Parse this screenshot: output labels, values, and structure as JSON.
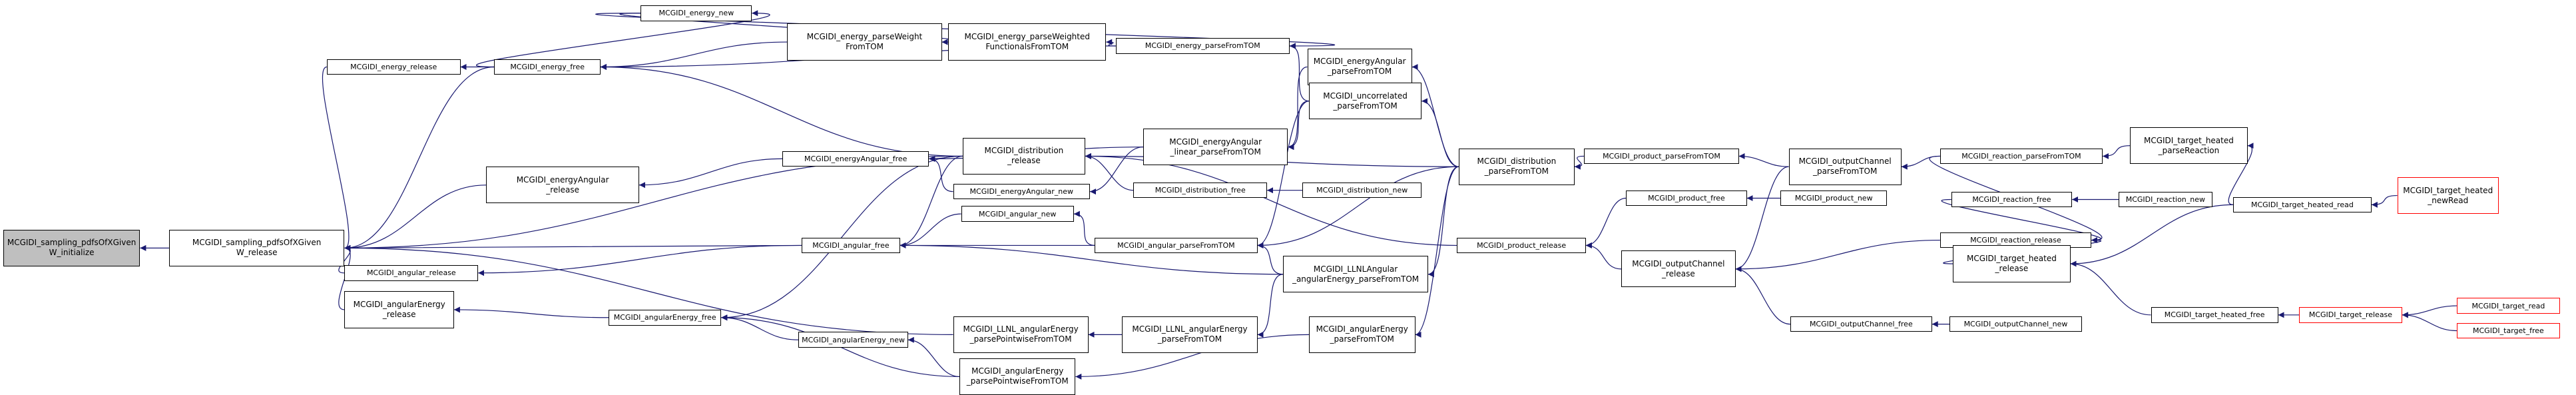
{
  "colors": {
    "edge": "#191970",
    "focus_fill": "#bfbfbf",
    "truncated_border": "#ff0000",
    "node_border": "#000000"
  },
  "nodes": [
    {
      "id": "n0",
      "label": "MCGIDI_sampling_pdfsOfXGiven\nW_initialize",
      "focus": true
    },
    {
      "id": "n1",
      "label": "MCGIDI_sampling_pdfsOfXGiven\nW_release"
    },
    {
      "id": "n2",
      "label": "MCGIDI_energy_release"
    },
    {
      "id": "n3",
      "label": "MCGIDI_energyAngular\n_release"
    },
    {
      "id": "n4",
      "label": "MCGIDI_angular_release"
    },
    {
      "id": "n5",
      "label": "MCGIDI_angularEnergy\n_release"
    },
    {
      "id": "n6",
      "label": "MCGIDI_energy_new"
    },
    {
      "id": "n7",
      "label": "MCGIDI_energy_free"
    },
    {
      "id": "n8",
      "label": "MCGIDI_energy_parseWeight\nFromTOM"
    },
    {
      "id": "n9",
      "label": "MCGIDI_energy_parseWeighted\nFunctionalsFromTOM"
    },
    {
      "id": "n10",
      "label": "MCGIDI_energy_parseFromTOM"
    },
    {
      "id": "n11",
      "label": "MCGIDI_energyAngular_free"
    },
    {
      "id": "n12",
      "label": "MCGIDI_energyAngular_new"
    },
    {
      "id": "n13",
      "label": "MCGIDI_energyAngular\n_linear_parseFromTOM"
    },
    {
      "id": "n14",
      "label": "MCGIDI_energyAngular\n_parseFromTOM"
    },
    {
      "id": "n15",
      "label": "MCGIDI_uncorrelated\n_parseFromTOM"
    },
    {
      "id": "n16",
      "label": "MCGIDI_distribution\n_release"
    },
    {
      "id": "n17",
      "label": "MCGIDI_distribution_free"
    },
    {
      "id": "n18",
      "label": "MCGIDI_distribution_new"
    },
    {
      "id": "n19",
      "label": "MCGIDI_distribution\n_parseFromTOM"
    },
    {
      "id": "n20",
      "label": "MCGIDI_angular_free"
    },
    {
      "id": "n21",
      "label": "MCGIDI_angular_new"
    },
    {
      "id": "n22",
      "label": "MCGIDI_angular_parseFromTOM"
    },
    {
      "id": "n23",
      "label": "MCGIDI_LLNLAngular\n_angularEnergy_parseFromTOM"
    },
    {
      "id": "n24",
      "label": "MCGIDI_LLNL_angularEnergy\n_parsePointwiseFromTOM"
    },
    {
      "id": "n25",
      "label": "MCGIDI_LLNL_angularEnergy\n_parseFromTOM"
    },
    {
      "id": "n26",
      "label": "MCGIDI_angularEnergy_free"
    },
    {
      "id": "n27",
      "label": "MCGIDI_angularEnergy_new"
    },
    {
      "id": "n28",
      "label": "MCGIDI_angularEnergy\n_parsePointwiseFromTOM"
    },
    {
      "id": "n29",
      "label": "MCGIDI_angularEnergy\n_parseFromTOM"
    },
    {
      "id": "n30",
      "label": "MCGIDI_product_parseFromTOM"
    },
    {
      "id": "n31",
      "label": "MCGIDI_product_release"
    },
    {
      "id": "n32",
      "label": "MCGIDI_product_free"
    },
    {
      "id": "n33",
      "label": "MCGIDI_product_new"
    },
    {
      "id": "n34",
      "label": "MCGIDI_outputChannel\n_parseFromTOM"
    },
    {
      "id": "n35",
      "label": "MCGIDI_outputChannel\n_release"
    },
    {
      "id": "n36",
      "label": "MCGIDI_outputChannel_free"
    },
    {
      "id": "n37",
      "label": "MCGIDI_outputChannel_new"
    },
    {
      "id": "n38",
      "label": "MCGIDI_reaction_parseFromTOM"
    },
    {
      "id": "n39",
      "label": "MCGIDI_reaction_free"
    },
    {
      "id": "n40",
      "label": "MCGIDI_reaction_new"
    },
    {
      "id": "n41",
      "label": "MCGIDI_reaction_release"
    },
    {
      "id": "n42",
      "label": "MCGIDI_target_heated\n_parseReaction"
    },
    {
      "id": "n43",
      "label": "MCGIDI_target_heated\n_release"
    },
    {
      "id": "n44",
      "label": "MCGIDI_target_heated_free"
    },
    {
      "id": "n45",
      "label": "MCGIDI_target_heated_read"
    },
    {
      "id": "n46",
      "label": "MCGIDI_target_heated\n_newRead",
      "truncated": true
    },
    {
      "id": "n47",
      "label": "MCGIDI_target_release",
      "truncated": true
    },
    {
      "id": "n48",
      "label": "MCGIDI_target_read",
      "truncated": true
    },
    {
      "id": "n49",
      "label": "MCGIDI_target_free",
      "truncated": true
    }
  ],
  "edges": [
    [
      "n1",
      "n0"
    ],
    [
      "n2",
      "n1"
    ],
    [
      "n3",
      "n1"
    ],
    [
      "n4",
      "n1"
    ],
    [
      "n5",
      "n1"
    ],
    [
      "n7",
      "n1"
    ],
    [
      "n16",
      "n1"
    ],
    [
      "n20",
      "n1"
    ],
    [
      "n24",
      "n1"
    ],
    [
      "n7",
      "n2"
    ],
    [
      "n11",
      "n3"
    ],
    [
      "n20",
      "n4"
    ],
    [
      "n26",
      "n5"
    ],
    [
      "n7",
      "n6"
    ],
    [
      "n8",
      "n7"
    ],
    [
      "n10",
      "n7"
    ],
    [
      "n16",
      "n7"
    ],
    [
      "n6",
      "n8"
    ],
    [
      "n9",
      "n8"
    ],
    [
      "n10",
      "n9"
    ],
    [
      "n6",
      "n10"
    ],
    [
      "n15",
      "n10"
    ],
    [
      "n12",
      "n11"
    ],
    [
      "n13",
      "n11"
    ],
    [
      "n16",
      "n11"
    ],
    [
      "n13",
      "n12"
    ],
    [
      "n14",
      "n13"
    ],
    [
      "n15",
      "n13"
    ],
    [
      "n19",
      "n14"
    ],
    [
      "n19",
      "n15"
    ],
    [
      "n17",
      "n16"
    ],
    [
      "n19",
      "n16"
    ],
    [
      "n31",
      "n16"
    ],
    [
      "n18",
      "n17"
    ],
    [
      "n30",
      "n19"
    ],
    [
      "n21",
      "n20"
    ],
    [
      "n22",
      "n20"
    ],
    [
      "n23",
      "n20"
    ],
    [
      "n16",
      "n20"
    ],
    [
      "n22",
      "n21"
    ],
    [
      "n19",
      "n22"
    ],
    [
      "n23",
      "n22"
    ],
    [
      "n15",
      "n22"
    ],
    [
      "n19",
      "n23"
    ],
    [
      "n25",
      "n24"
    ],
    [
      "n23",
      "n25"
    ],
    [
      "n27",
      "n26"
    ],
    [
      "n28",
      "n26"
    ],
    [
      "n16",
      "n26"
    ],
    [
      "n28",
      "n27"
    ],
    [
      "n29",
      "n28"
    ],
    [
      "n19",
      "n29"
    ],
    [
      "n34",
      "n30"
    ],
    [
      "n32",
      "n31"
    ],
    [
      "n35",
      "n31"
    ],
    [
      "n33",
      "n32"
    ],
    [
      "n38",
      "n34"
    ],
    [
      "n36",
      "n35"
    ],
    [
      "n41",
      "n35"
    ],
    [
      "n34",
      "n35"
    ],
    [
      "n37",
      "n36"
    ],
    [
      "n42",
      "n38"
    ],
    [
      "n40",
      "n39"
    ],
    [
      "n39",
      "n41"
    ],
    [
      "n43",
      "n41"
    ],
    [
      "n38",
      "n41"
    ],
    [
      "n45",
      "n42"
    ],
    [
      "n45",
      "n43"
    ],
    [
      "n44",
      "n43"
    ],
    [
      "n47",
      "n44"
    ],
    [
      "n46",
      "n45"
    ],
    [
      "n48",
      "n47"
    ],
    [
      "n49",
      "n47"
    ]
  ]
}
